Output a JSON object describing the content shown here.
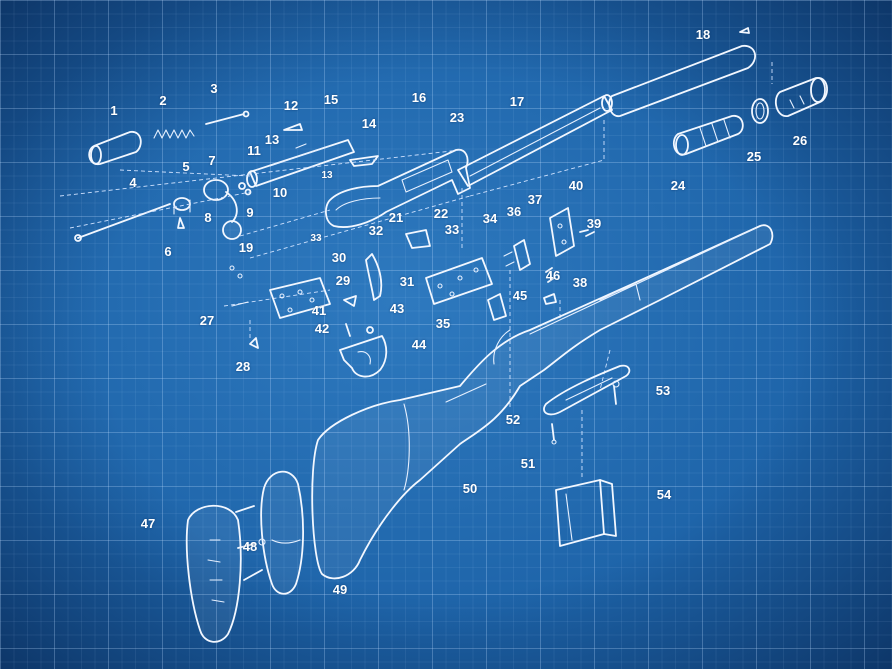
{
  "diagram": {
    "labels": [
      "1",
      "2",
      "3",
      "4",
      "5",
      "6",
      "7",
      "8",
      "9",
      "10",
      "11",
      "12",
      "13",
      "13",
      "14",
      "15",
      "16",
      "17",
      "18",
      "19",
      "21",
      "22",
      "23",
      "24",
      "25",
      "26",
      "27",
      "28",
      "29",
      "30",
      "31",
      "32",
      "33",
      "33",
      "34",
      "35",
      "36",
      "37",
      "38",
      "39",
      "40",
      "41",
      "42",
      "43",
      "44",
      "45",
      "46",
      "47",
      "48",
      "49",
      "50",
      "51",
      "52",
      "53",
      "54"
    ],
    "colors": {
      "paper": "#1d63a8",
      "grid": "#bedcff",
      "ink": "#f2f7ff"
    }
  }
}
